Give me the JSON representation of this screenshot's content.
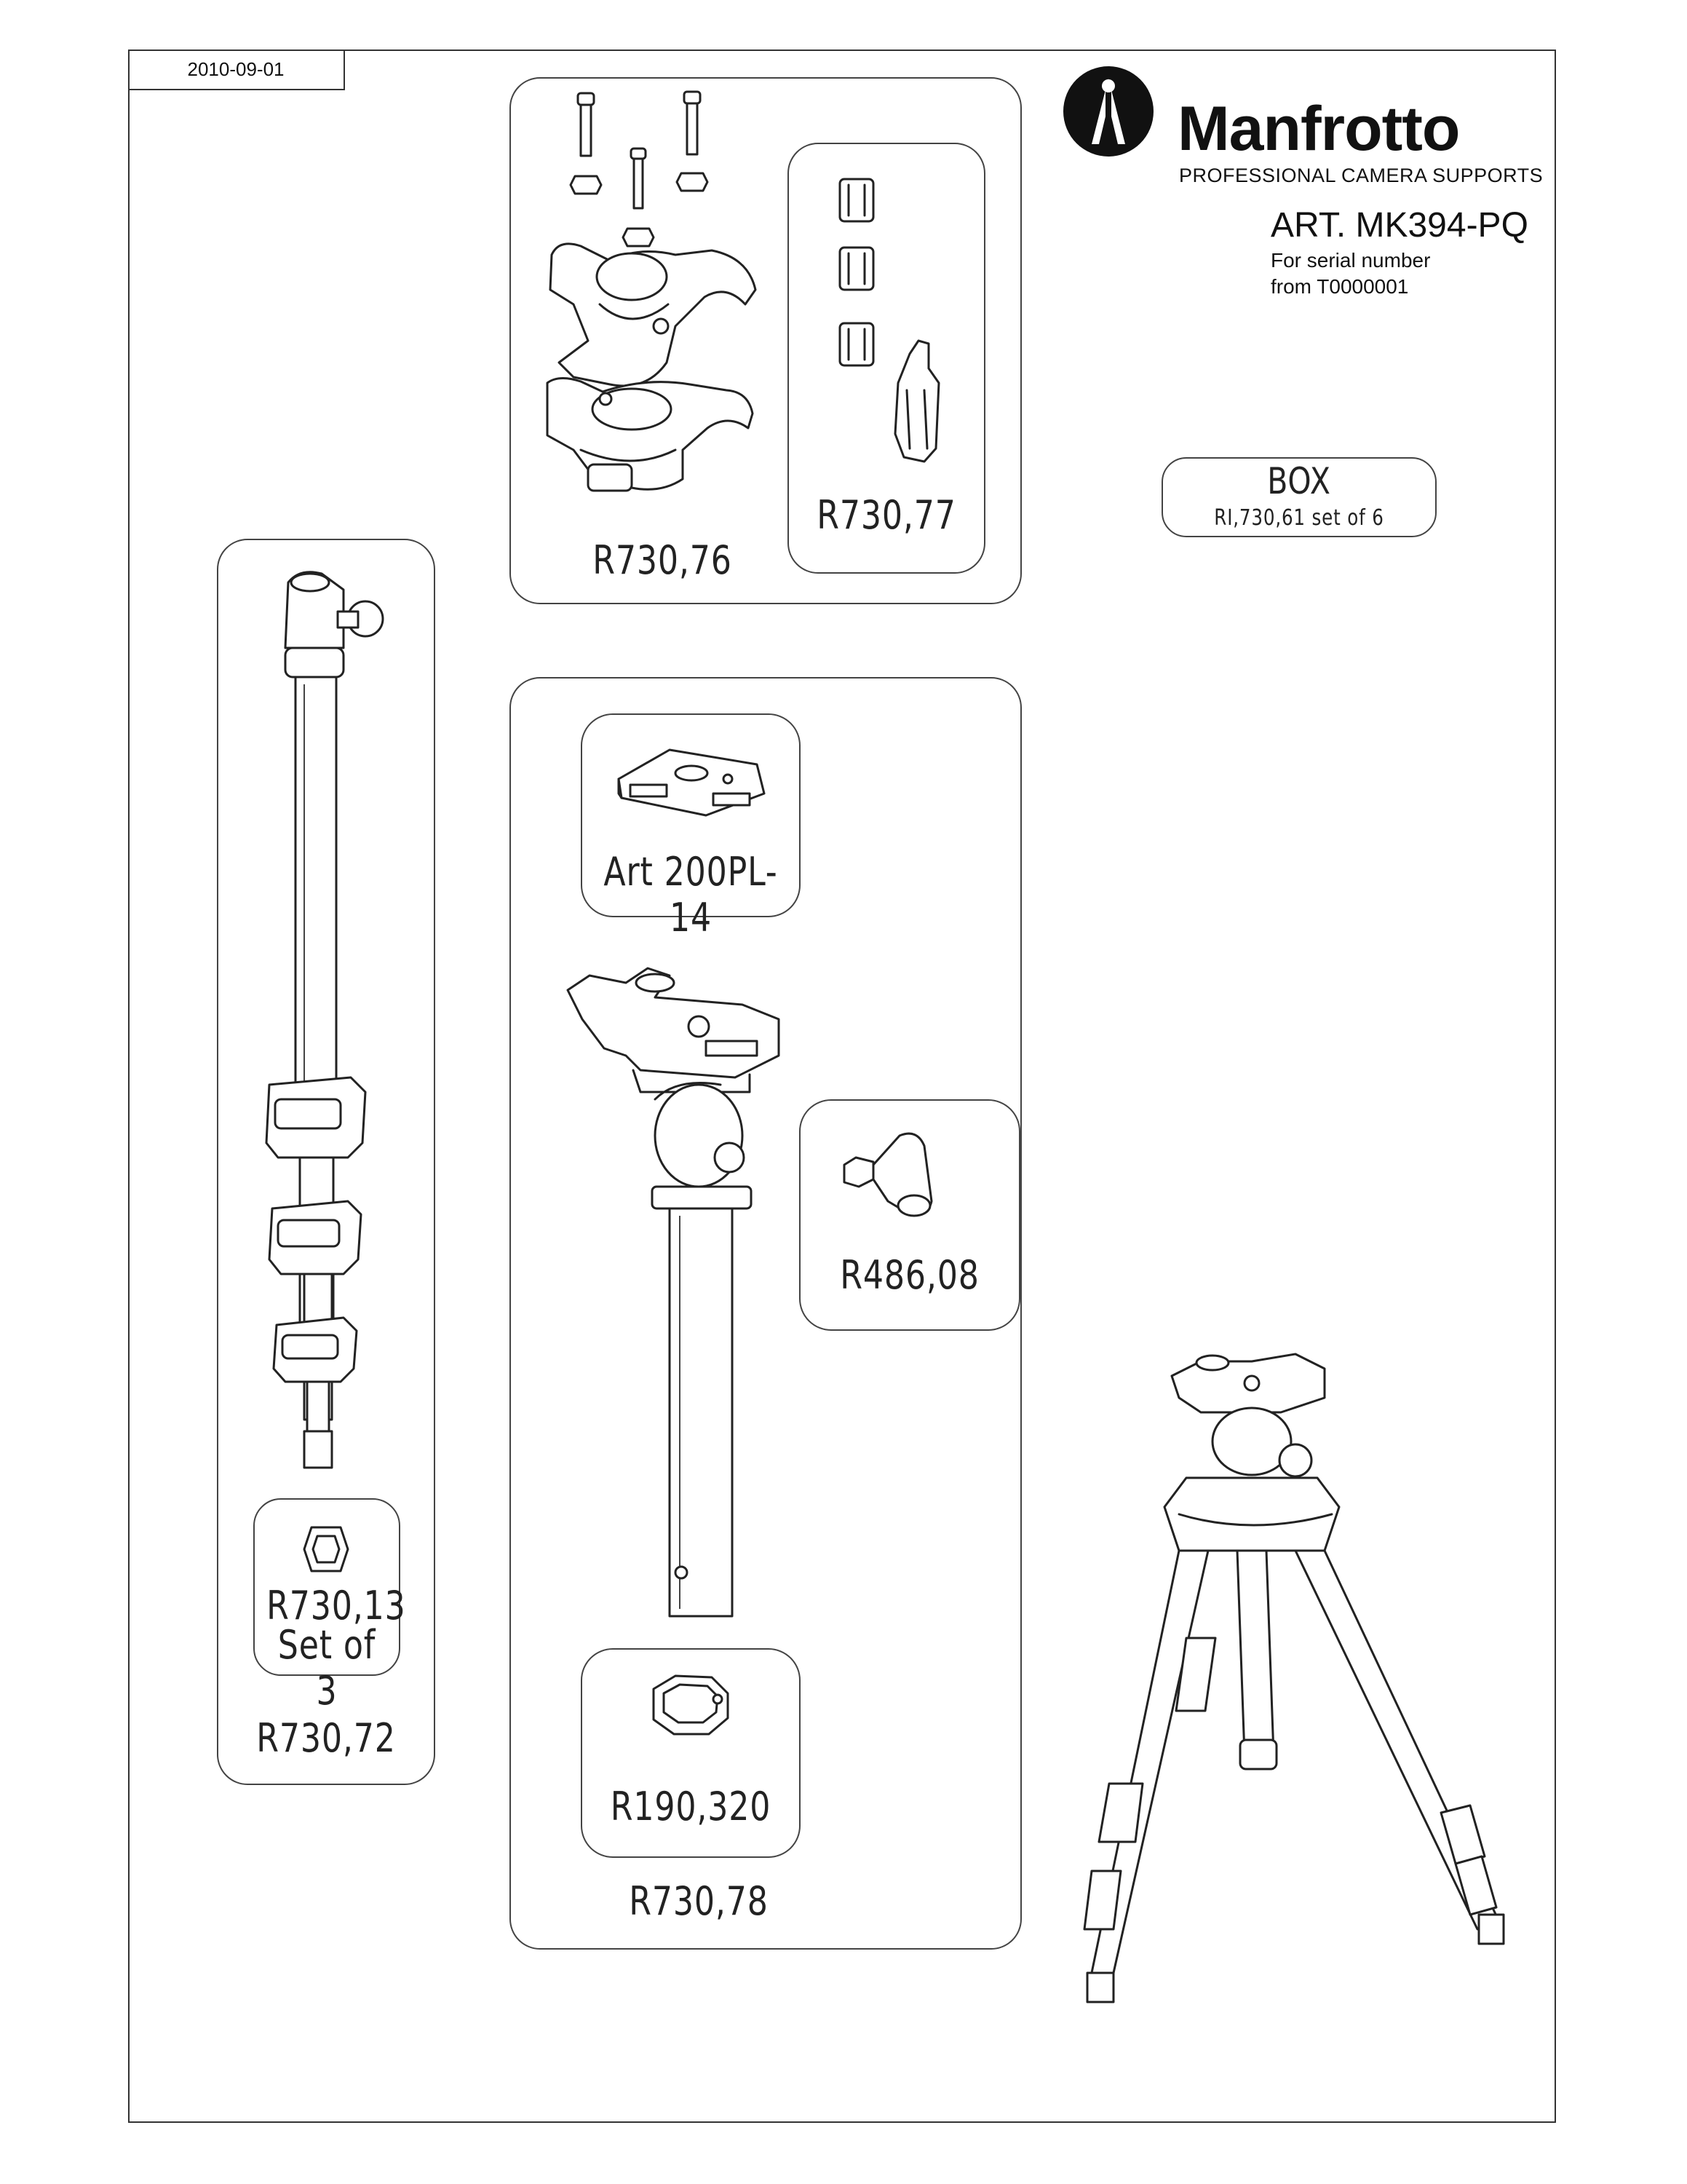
{
  "header": {
    "date": "2010-09-01",
    "brand": "Manfrotto",
    "tagline": "PROFESSIONAL CAMERA SUPPORTS",
    "article": "ART. MK394-PQ",
    "serial_line1": "For serial number",
    "serial_line2": "from T0000001"
  },
  "box": {
    "title": "BOX",
    "subtitle": "RI,730,61 set of 6"
  },
  "parts": {
    "clamp_set": "R730,76",
    "lever_set": "R730,77",
    "leg_assembly": "R730,72",
    "leg_foot_line1": "R730,13",
    "leg_foot_line2": "Set of 3",
    "head_column": "R730,78",
    "quick_plate": "Art 200PL-14",
    "knob": "R486,08",
    "ring": "R190,320"
  },
  "colors": {
    "line": "#222222",
    "background": "#ffffff"
  }
}
